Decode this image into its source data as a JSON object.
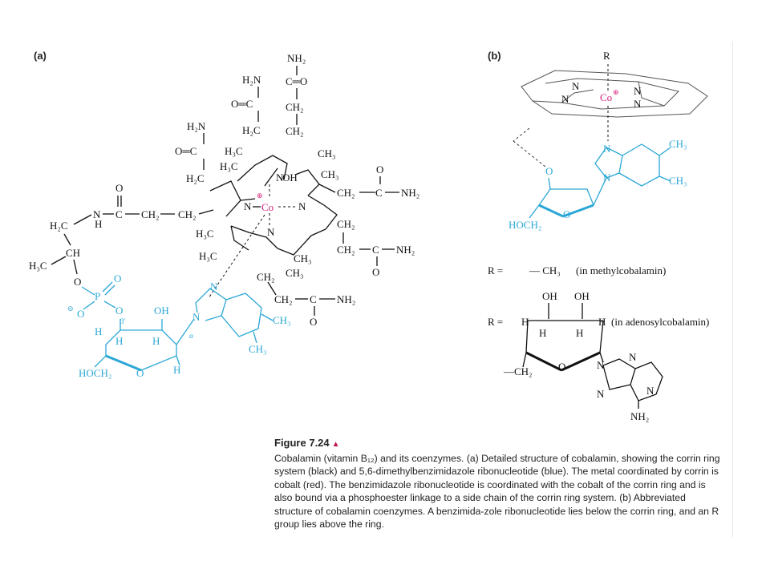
{
  "panels": {
    "a": "(a)",
    "b": "(b)"
  },
  "atoms": {
    "NH2": "NH₂",
    "H2N": "H₂N",
    "CO": "C═O",
    "OC": "O═C",
    "CH2": "CH₂",
    "H2C": "H₂C",
    "H3C": "H₃C",
    "CH3": "CH₃",
    "N": "N",
    "Co": "Co",
    "OH": "OH",
    "O": "O",
    "H": "H",
    "C": "C",
    "CH": "CH",
    "P": "P",
    "HOCH2": "HOCH₂",
    "NH": "N",
    "CH2CONH2": "CH₂—C—NH₂",
    "R": "R",
    "charge": "⊕",
    "minus": "⊖",
    "alpha": "α",
    "prime3": "3′",
    "CH2link": "—CH₂",
    "NHlabel": "H",
    "dashCH2": "—CH₂"
  },
  "r_defs": {
    "r_label": "R =",
    "methyl_group": "— CH₃",
    "methyl_text": "(in methylcobalamin)",
    "adenosyl_text": "(in adenosylcobalamin)"
  },
  "caption": {
    "title": "Figure 7.24",
    "triangle": "▲",
    "body": "Cobalamin (vitamin B₁₂) and its coenzymes. (a) Detailed structure of cobalamin, showing the corrin ring system (black) and 5,6-dimethylbenzimidazole ribonucleotide (blue). The metal coordinated by corrin is cobalt (red). The benzimidazole ribonucleotide is coordinated with the cobalt of the corrin ring and is also bound via a phosphoester linkage to a side chain of the corrin ring system. (b) Abbreviated structure of cobalamin coenzymes. A benzimida-zole ribonucleotide lies below the corrin ring, and an R group lies above the ring.",
    "body_a_bold": "(a)",
    "body_b_bold": "(b)"
  },
  "colors": {
    "corrin": "#111111",
    "ribonucleotide": "#2aa7d6",
    "cobalt": "#d6207a",
    "caption_triangle": "#c0154f"
  }
}
